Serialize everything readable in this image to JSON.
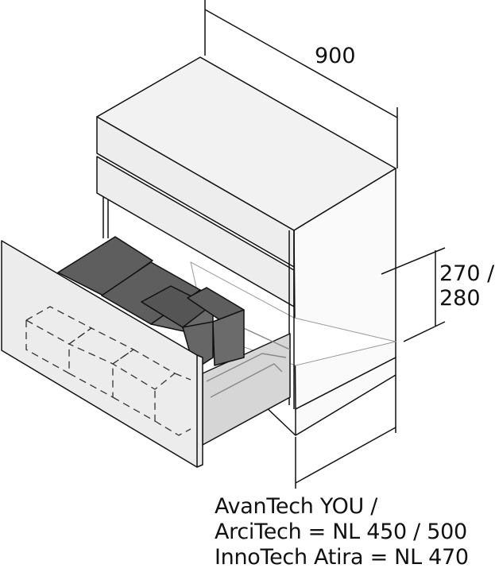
{
  "dimensions": {
    "width": "900",
    "height_line1": "270 /",
    "height_line2": "280"
  },
  "caption": {
    "line1": "AvanTech YOU /",
    "line2": "ArciTech = NL 450 / 500",
    "line3": "InnoTech Atira = NL 470"
  },
  "colors": {
    "bin": "#6b6b6b",
    "bin_lid": "#5e5e5e",
    "panel": "#ececec",
    "line": "#111111"
  }
}
